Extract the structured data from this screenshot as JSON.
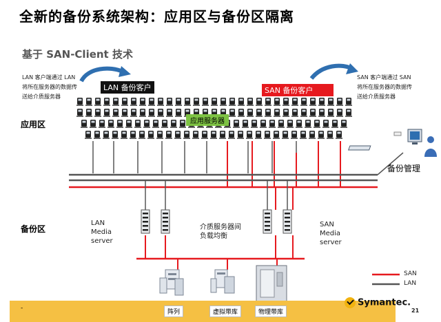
{
  "title": "全新的备份系统架构：应用区与备份区隔离",
  "subtitle": "基于 SAN-Client 技术",
  "left_note": [
    "LAN  客户端通过 LAN",
    "将所在服务器的数据传",
    "送给介质服务器"
  ],
  "right_note": [
    "SAN  客户端通过 SAN",
    "将所在服务器的数据传",
    "送给介质服务器"
  ],
  "lan_client_label": "LAN  备份客户",
  "san_client_label": "SAN 备份客户",
  "app_server_label": "应用服务器",
  "app_zone": "应用区",
  "backup_zone": "备份区",
  "backup_mgmt": "备份管理",
  "lan_media": [
    "LAN",
    "Media",
    "server"
  ],
  "balance_label": [
    "介质服务器间",
    "负载均衡"
  ],
  "san_media": [
    "SAN",
    "Media",
    "server"
  ],
  "storage": [
    "阵列",
    "虚拟带库",
    "物理带库"
  ],
  "legend": {
    "san": "SAN",
    "lan": "LAN"
  },
  "colors": {
    "san": "#e6191e",
    "lan": "#555555",
    "footer": "#f5c043",
    "accent": "#2f6fb0"
  },
  "footer": {
    "logo": "Symantec.",
    "page": "21",
    "dash": "-"
  },
  "icons": [
    "server-rack-icon",
    "media-server-icon",
    "workstation-icon",
    "user-icon",
    "array-icon",
    "virtual-library-icon",
    "tape-library-icon",
    "curved-arrow-icon",
    "symantec-logo-icon"
  ]
}
